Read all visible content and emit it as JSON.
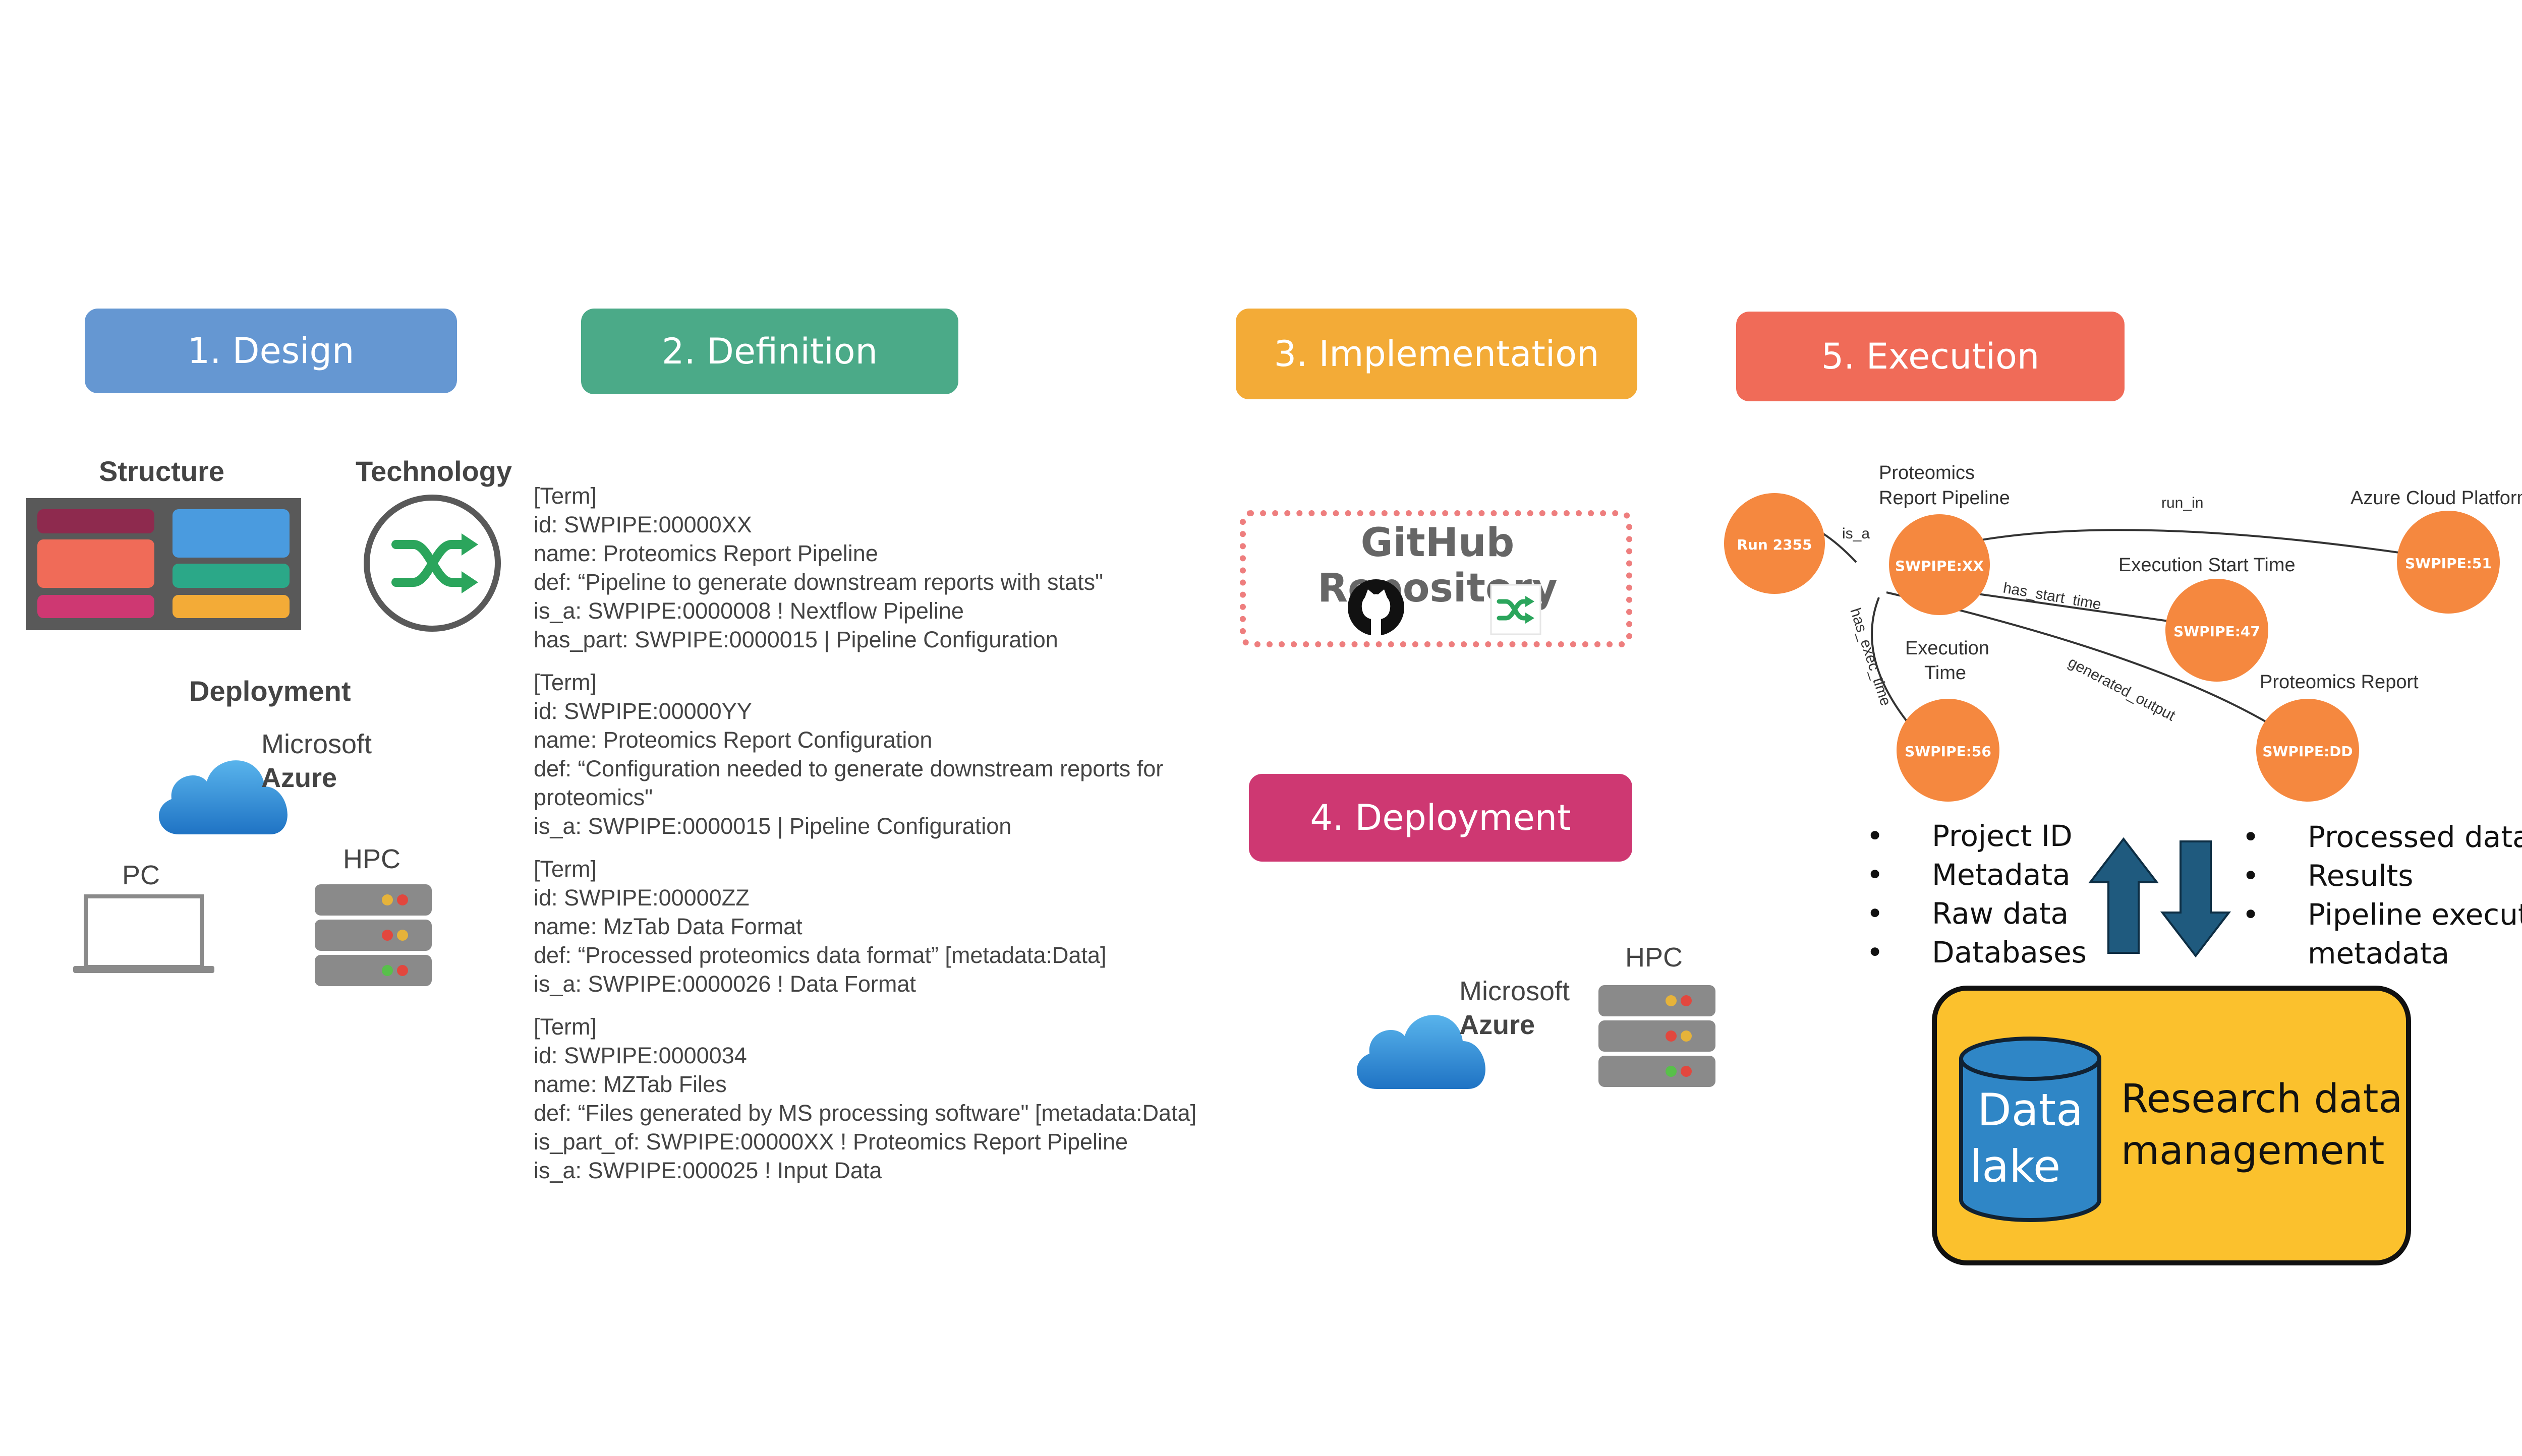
{
  "stages": {
    "design": {
      "label": "1. Design",
      "color": "#6597D2"
    },
    "definition": {
      "label": "2. Definition",
      "color": "#4BAA88"
    },
    "implementation": {
      "label": "3. Implementation",
      "color": "#F3AB37"
    },
    "deployment": {
      "label": "4. Deployment",
      "color": "#CE3872"
    },
    "execution": {
      "label": "5. Execution",
      "color": "#F06B58"
    }
  },
  "design": {
    "structure_label": "Structure",
    "technology_label": "Technology",
    "deployment_label": "Deployment",
    "azure_microsoft": "Microsoft",
    "azure_name": "Azure",
    "pc_label": "PC",
    "hpc_label": "HPC"
  },
  "terms": [
    {
      "lines": [
        "[Term]",
        "id: SWPIPE:00000XX",
        "name: Proteomics Report Pipeline",
        "def: “Pipeline to generate downstream reports with stats\"",
        "is_a: SWPIPE:0000008 ! Nextflow Pipeline",
        "has_part: SWPIPE:0000015 | Pipeline Configuration"
      ]
    },
    {
      "lines": [
        "[Term]",
        "id: SWPIPE:00000YY",
        "name: Proteomics Report Configuration",
        "def: “Configuration needed to generate downstream reports for proteomics\"",
        "is_a: SWPIPE:0000015 | Pipeline Configuration"
      ]
    },
    {
      "lines": [
        "[Term]",
        "id: SWPIPE:00000ZZ",
        "name: MzTab Data Format",
        "def: “Processed proteomics data format” [metadata:Data]",
        "is_a: SWPIPE:0000026 ! Data Format"
      ]
    },
    {
      "lines": [
        "[Term]",
        "id: SWPIPE:0000034",
        "name: MZTab Files",
        "def: “Files generated by MS processing software\" [metadata:Data]",
        "is_part_of: SWPIPE:00000XX ! Proteomics Report Pipeline",
        "is_a: SWPIPE:000025 ! Input Data"
      ]
    }
  ],
  "implementation": {
    "repo_label": "GitHub Repository"
  },
  "deployment": {
    "azure_microsoft": "Microsoft",
    "azure_name": "Azure",
    "hpc_label": "HPC"
  },
  "graph": {
    "nodes": {
      "run": "Run 2355",
      "pipe": "SWPIPE:XX",
      "n51": "SWPIPE:51",
      "n47": "SWPIPE:47",
      "n56": "SWPIPE:56",
      "ndd": "SWPIPE:DD"
    },
    "captions": {
      "pipe_1": "Proteomics",
      "pipe_2": "Report Pipeline",
      "azure": "Azure Cloud Platform",
      "start": "Execution Start Time",
      "exec_1": "Execution",
      "exec_2": "Time",
      "report": "Proteomics Report"
    },
    "edges": {
      "is_a": "is_a",
      "run_in": "run_in",
      "has_start_time": "has_start_time",
      "has_exec_time": "has_exec_time",
      "generated_output": "generated_output"
    }
  },
  "inputs": [
    "Project ID",
    "Metadata",
    "Raw data",
    "Databases"
  ],
  "outputs": [
    "Processed data",
    "Results",
    "Pipeline execution",
    "metadata"
  ],
  "data_lake": {
    "line1": "Data",
    "line2": "lake",
    "rdm1": "Research data",
    "rdm2": "management"
  }
}
